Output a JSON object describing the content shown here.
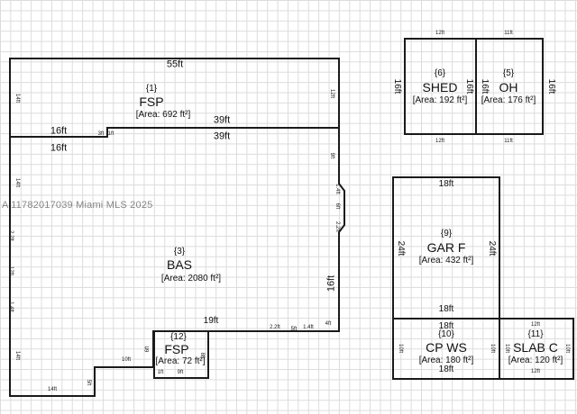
{
  "watermark": "A 11782017039 Miami MLS 2025",
  "areas": {
    "fsp_top": {
      "id": "{1}",
      "name": "FSP",
      "area": "[Area: 692 ft²]"
    },
    "bas": {
      "id": "{3}",
      "name": "BAS",
      "area": "[Area: 2080 ft²]"
    },
    "fsp_small": {
      "id": "{12}",
      "name": "FSP",
      "area": "[Area: 72 ft²]"
    },
    "shed": {
      "id": "{6}",
      "name": "SHED",
      "area": "[Area: 192 ft²]"
    },
    "oh": {
      "id": "{5}",
      "name": "OH",
      "area": "[Area: 176 ft²]"
    },
    "gar": {
      "id": "{9}",
      "name": "GAR F",
      "area": "[Area: 432 ft²]"
    },
    "cp": {
      "id": "{10}",
      "name": "CP WS",
      "area": "[Area: 180 ft²]"
    },
    "slab": {
      "id": "{11}",
      "name": "SLAB C",
      "area": "[Area: 120 ft²]"
    }
  },
  "dims": {
    "d55ft": "55ft",
    "d39ft": "39ft",
    "d16ft": "16ft",
    "d14ft": "14ft",
    "d12ft": "12ft",
    "d11ft": "11ft",
    "d9ft": "9ft",
    "d18ft": "18ft",
    "d24ft": "24ft",
    "d10ft": "10ft",
    "d6ft": "6ft",
    "d8ft": "8ft",
    "d5ft": "5ft",
    "d4ft": "4ft",
    "d3ft": "3ft",
    "d1ft": "1ft",
    "d2_2ft": "2.2ft",
    "d1_4ft": "1.4ft"
  }
}
